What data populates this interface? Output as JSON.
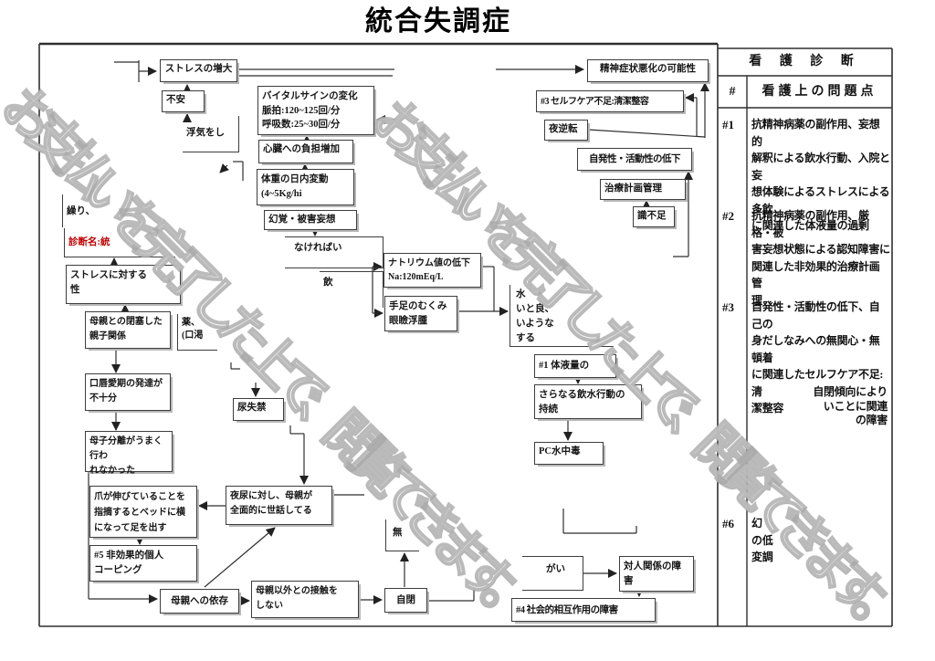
{
  "title": "統合失調症",
  "watermark": "お支払いを完了した上で、閲覧できます。",
  "panel": {
    "title": "看 護 診 断",
    "col_num": "#",
    "col_problem": "看護上の問題点",
    "rows": [
      {
        "num": "#1",
        "text": "抗精神病薬の副作用、妄想的\n解釈による飲水行動、入院と妄\n想体験によるストレスによる多飲\nに関連した体液量の過剰"
      },
      {
        "num": "#2",
        "text": "抗精神病薬の副作用、厳格・被\n害妄想状態による認知障害に\n関連した非効果的治療計画管\n理"
      },
      {
        "num": "#3",
        "text": "自発性・活動性の低下、自己の\n身だしなみへの無関心・無頓着\nに関連したセルフケア不足:清\n潔整容"
      },
      {
        "num": "",
        "text": "自閉傾向により\nいことに関連\nの障害"
      },
      {
        "num": "#6",
        "text": "幻\nの低\n変調"
      }
    ]
  },
  "nodes": {
    "stress_increase": "ストレスの増大",
    "anxiety": "不安",
    "affair": "浮気をし",
    "vital": "バイタルサインの変化\n脈拍:120~125回/分\n呼吸数:25~30回/分",
    "heart": "心臓への負担増加",
    "weight": "体重の日内変動\n(4~5Kg/hi",
    "hallucination": "幻覚・被害妄想",
    "must_drink": "なければい",
    "drink_frag": "飲",
    "sodium": "ナトリウム値の低下\nNa:120mEq/L",
    "edema": "手足のむくみ\n眼瞼浮腫",
    "water_think": "水\nいと良、\nいような\nする",
    "n1": "#1 体液量の",
    "more_drinking": "さらなる飲水行動の\n持続",
    "pc_water": "PC水中毒",
    "psych_worse": "精神症状悪化の可能性",
    "n3": "#3 セルフケア不足:清潔整容",
    "day_night": "夜逆転",
    "low_activity": "自発性・活動性の低下",
    "treatment": "治療計画管理",
    "insight": "識不足",
    "kuri": "繰り、",
    "shindan": "診断名:統",
    "stress_vuln": "ストレスに対する\n性",
    "mother_closed": "母親との閉塞した\n親子関係",
    "kusuri": "薬、\n(口渇",
    "oral": "口唇愛期の発達が\n不十分",
    "separation": "母子分離がうまく行わ\nれなかった",
    "urinary": "尿失禁",
    "nail": "爪が伸びていることを\n指摘するとベッドに横\nになって足を出す",
    "n5": "#5 非効果的個人\nコーピング",
    "night_urine": "夜尿に対し、母親が\n全面的に世話してる",
    "mother_dep": "母親への依存",
    "no_contact": "母親以外との接触を\nしない",
    "jihei": "自閉",
    "mui": "無",
    "gai": "がい",
    "taijin": "対人関係の障\n害",
    "n4": "#4 社会的相互作用の障害"
  }
}
